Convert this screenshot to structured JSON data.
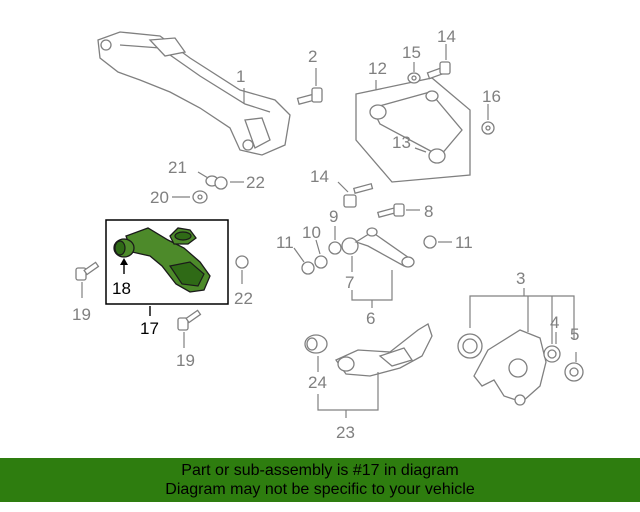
{
  "callouts": {
    "c1": "1",
    "c2": "2",
    "c3": "3",
    "c4": "4",
    "c5": "5",
    "c6": "6",
    "c7": "7",
    "c8": "8",
    "c9": "9",
    "c10": "10",
    "c11a": "11",
    "c11b": "11",
    "c12": "12",
    "c13": "13",
    "c14a": "14",
    "c14b": "14",
    "c15": "15",
    "c16": "16",
    "c17": "17",
    "c18": "18",
    "c19a": "19",
    "c19b": "19",
    "c20": "20",
    "c21": "21",
    "c22a": "22",
    "c22b": "22",
    "c23": "23",
    "c24": "24"
  },
  "highlight": {
    "part": "17",
    "sub_part": "18",
    "color": "#2e7d0f",
    "part_color": "#4d8a2a"
  },
  "footer": {
    "line1": "Part or sub-assembly is #17 in diagram",
    "line2": "Diagram may not be specific to your vehicle"
  }
}
